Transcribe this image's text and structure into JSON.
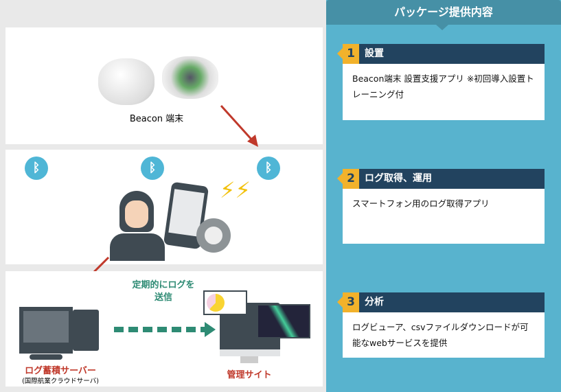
{
  "header": {
    "title": "パッケージ提供内容"
  },
  "steps": [
    {
      "num": "1",
      "title": "設置",
      "body": "Beacon端末 設置支援アプリ ※初回導入設置トレーニング付"
    },
    {
      "num": "2",
      "title": "ログ取得、運用",
      "body": "スマートフォン用のログ取得アプリ"
    },
    {
      "num": "3",
      "title": "分析",
      "body": "ログビューア、csvファイルダウンロードが可能なwebサービスを提供"
    }
  ],
  "diagram": {
    "beacon_label": "Beacon 端末",
    "send_label_1": "定期的にログを",
    "send_label_2": "送信",
    "server_label": "ログ蓄積サーバー",
    "server_sub": "(国際航業クラウドサーバ)",
    "admin_label": "管理サイト"
  },
  "colors": {
    "accent": "#58b3ce",
    "card_header": "#22435f",
    "number": "#f2b22b",
    "red": "#c0392b",
    "green": "#2e8b74"
  }
}
